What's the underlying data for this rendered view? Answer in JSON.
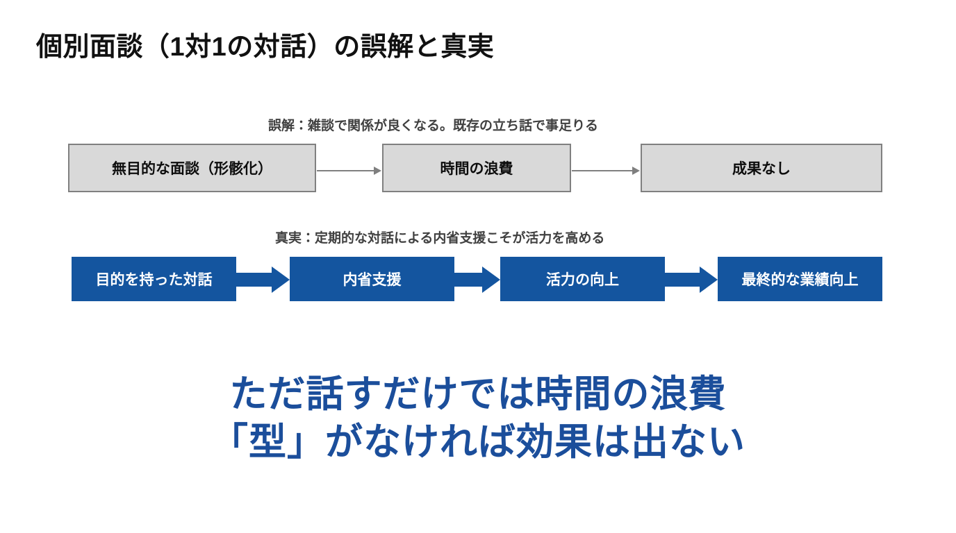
{
  "slide": {
    "title": "個別面談（1対1の対話）の誤解と真実",
    "background_color": "#ffffff",
    "title_color": "#111111"
  },
  "myth_flow": {
    "caption": "誤解：雑談で関係が良くなる。既存の立ち話で事足りる",
    "caption_color": "#404040",
    "box_fill": "#d9d9d9",
    "box_border": "#808080",
    "box_text_color": "#0d0d0d",
    "arrow_color": "#7f7f7f",
    "steps": [
      {
        "label": "無目的な面談（形骸化）"
      },
      {
        "label": "時間の浪費"
      },
      {
        "label": "成果なし"
      }
    ]
  },
  "truth_flow": {
    "caption": "真実：定期的な対話による内省支援こそが活力を高める",
    "caption_color": "#404040",
    "box_fill": "#14559F",
    "box_text_color": "#ffffff",
    "arrow_color": "#14559F",
    "steps": [
      {
        "label": "目的を持った対話"
      },
      {
        "label": "内省支援"
      },
      {
        "label": "活力の向上"
      },
      {
        "label": "最終的な業績向上"
      }
    ]
  },
  "headline": {
    "color": "#1B4E9B",
    "lines": [
      "ただ話すだけでは時間の浪費",
      "「型」がなければ効果は出ない"
    ]
  }
}
